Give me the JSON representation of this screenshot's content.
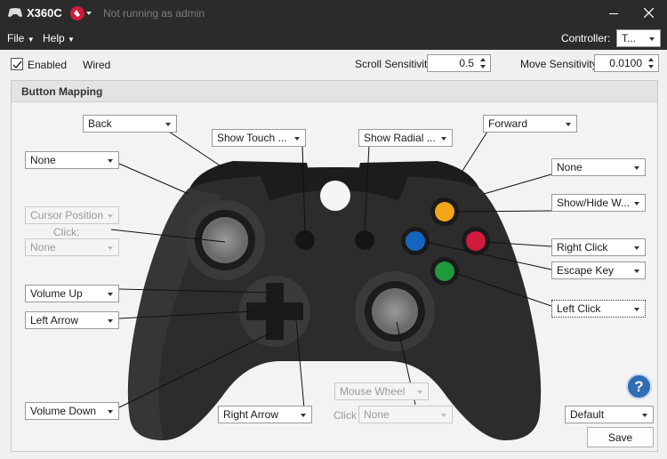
{
  "titlebar": {
    "app_name": "X360C",
    "status": "Not running as admin"
  },
  "menu": {
    "file": "File",
    "help": "Help",
    "controller_label": "Controller:",
    "controller_value": "T..."
  },
  "options": {
    "enabled_label": "Enabled",
    "enabled_checked": true,
    "wired_label": "Wired",
    "scroll_label": "Scroll Sensitivity:",
    "scroll_value": "0.5",
    "move_label": "Move Sensitivity:",
    "move_value": "0.0100"
  },
  "panel": {
    "title": "Button Mapping"
  },
  "mappings": {
    "back": "Back",
    "show_touch": "Show Touch ...",
    "show_radial": "Show Radial ...",
    "forward": "Forward",
    "left_bumper": "None",
    "right_bumper": "None",
    "left_stick_move": "Cursor Position",
    "left_stick_click_label": "Click:",
    "left_stick_click": "None",
    "y_button": "Show/Hide W...",
    "b_button": "Right Click",
    "x_button": "Escape Key",
    "a_button": "Left Click",
    "dpad_up": "Volume Up",
    "dpad_left": "Left Arrow",
    "dpad_down": "Volume Down",
    "dpad_right": "Right Arrow",
    "right_stick_move": "Mouse Wheel",
    "right_stick_click_label": "Click",
    "right_stick_click": "None"
  },
  "footer": {
    "profile": "Default",
    "save_label": "Save",
    "help_icon": "?"
  },
  "colors": {
    "chrome": "#2b2b2b",
    "y": "#f2a516",
    "b": "#d11a3e",
    "x": "#1565c0",
    "a": "#1e9a3c",
    "help": "#2f6db5"
  }
}
